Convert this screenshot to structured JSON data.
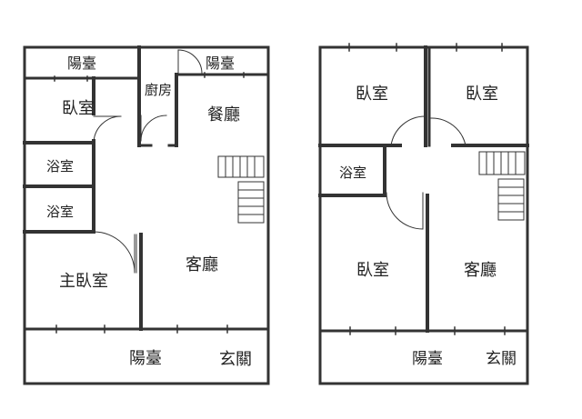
{
  "plans": [
    {
      "rooms": {
        "balcony_top_left": "陽臺",
        "kitchen": "廚房",
        "balcony_top_right": "陽臺",
        "bedroom": "臥室",
        "dining": "餐廳",
        "bath_1": "浴室",
        "bath_2": "浴室",
        "master_bedroom": "主臥室",
        "living": "客廳",
        "balcony_bottom": "陽臺",
        "entrance": "玄關"
      }
    },
    {
      "rooms": {
        "bedroom_top_left": "臥室",
        "bedroom_top_right": "臥室",
        "bath": "浴室",
        "bedroom_bottom": "臥室",
        "living": "客廳",
        "balcony_bottom": "陽臺",
        "entrance": "玄關"
      }
    }
  ]
}
